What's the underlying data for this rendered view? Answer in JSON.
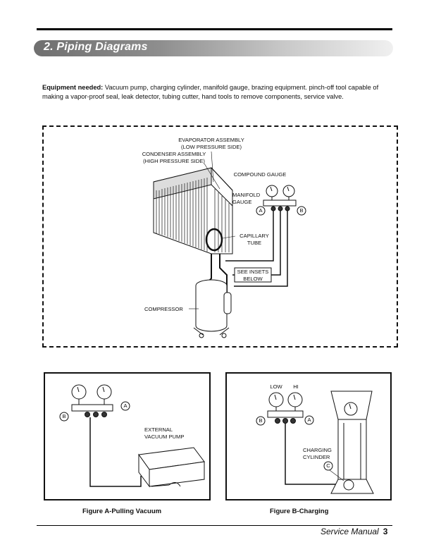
{
  "header": {
    "title": "2. Piping Diagrams"
  },
  "equipment": {
    "label": "Equipment needed:",
    "text": " Vacuum pump, charging cylinder, manifold gauge, brazing equipment. pinch-off tool capable of making a vapor-proof seal, leak detector, tubing cutter, hand tools to remove components, service valve."
  },
  "main_diagram": {
    "evaporator": "EVAPORATOR ASSEMBLY",
    "evaporator_sub": "(LOW PRESSURE SIDE)",
    "condenser": "CONDENSER ASSEMBLY",
    "condenser_sub": "(HIGH PRESSURE SIDE)",
    "compound_gauge": "COMPOUND GAUGE",
    "manifold": "MANIFOLD",
    "gauge": "GAUGE",
    "port_a": "A",
    "port_b": "B",
    "capillary": "CAPILLARY",
    "tube": "TUBE",
    "insets": "SEE INSETS",
    "below": "BELOW",
    "compressor": "COMPRESSOR"
  },
  "figure_a": {
    "port_a": "A",
    "port_b": "B",
    "pump_line1": "EXTERNAL",
    "pump_line2": "VACUUM PUMP",
    "caption": "Figure A-Pulling Vacuum"
  },
  "figure_b": {
    "low": "LOW",
    "hi": "HI",
    "port_a": "A",
    "port_b": "B",
    "port_c": "C",
    "cyl_line1": "CHARGING",
    "cyl_line2": "CYLINDER",
    "caption": "Figure B-Charging"
  },
  "footer": {
    "manual": "Service Manual",
    "page": "3"
  }
}
